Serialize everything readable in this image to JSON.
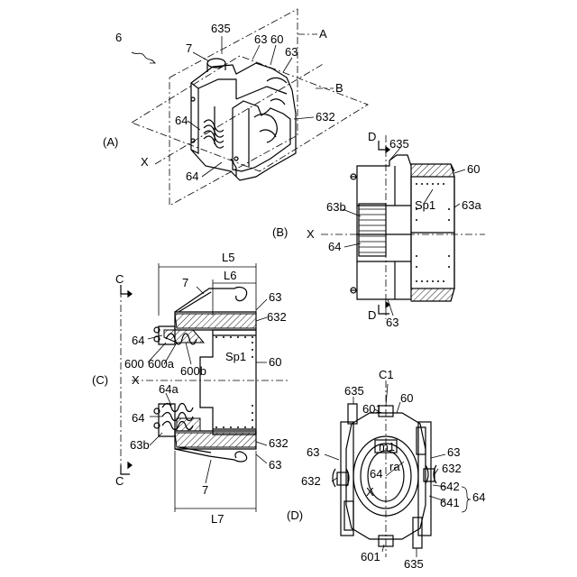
{
  "figure": {
    "main_ref": "6",
    "panels": {
      "A": {
        "tag": "(A)",
        "labels": [
          "7",
          "635",
          "63",
          "60",
          "63",
          "A",
          "B",
          "64",
          "632",
          "64",
          "X"
        ]
      },
      "B": {
        "tag": "(B)",
        "labels": [
          "D",
          "635",
          "60",
          "Sp1",
          "63b",
          "63a",
          "X",
          "64",
          "D",
          "63"
        ]
      },
      "C": {
        "tag": "(C)",
        "labels": [
          "L5",
          "L6",
          "7",
          "63",
          "632",
          "C",
          "64",
          "600",
          "600a",
          "600b",
          "Sp1",
          "60",
          "X",
          "64a",
          "64",
          "63b",
          "632",
          "63",
          "C",
          "7",
          "L7"
        ]
      },
      "D": {
        "tag": "(D)",
        "labels": [
          "C1",
          "635",
          "601",
          "60",
          "m1",
          "63",
          "63",
          "632",
          "64",
          "ra",
          "632",
          "X",
          "642",
          "641",
          "64",
          "601",
          "635"
        ]
      }
    }
  }
}
